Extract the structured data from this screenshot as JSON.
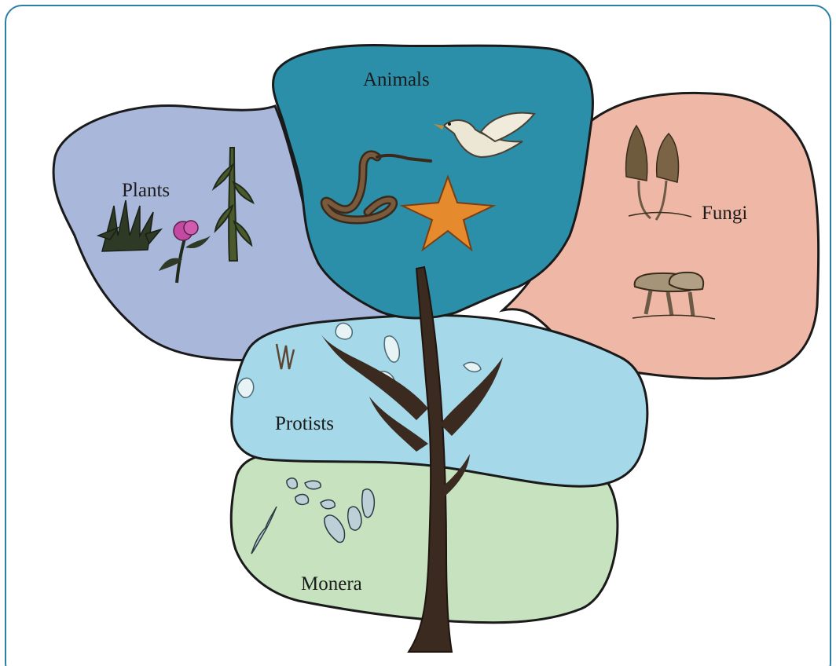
{
  "kingdoms": {
    "animals": {
      "label": "Animals",
      "color": "#2b8fa9"
    },
    "plants": {
      "label": "Plants",
      "color": "#a8b7da"
    },
    "fungi": {
      "label": "Fungi",
      "color": "#efb8a6"
    },
    "protists": {
      "label": "Protists",
      "color": "#a5d8e8"
    },
    "monera": {
      "label": "Monera",
      "color": "#c7e2bf"
    }
  },
  "colors": {
    "frame": "#2a7fa6",
    "outline": "#1a1a1a",
    "trunk": "#3a2a1f"
  }
}
